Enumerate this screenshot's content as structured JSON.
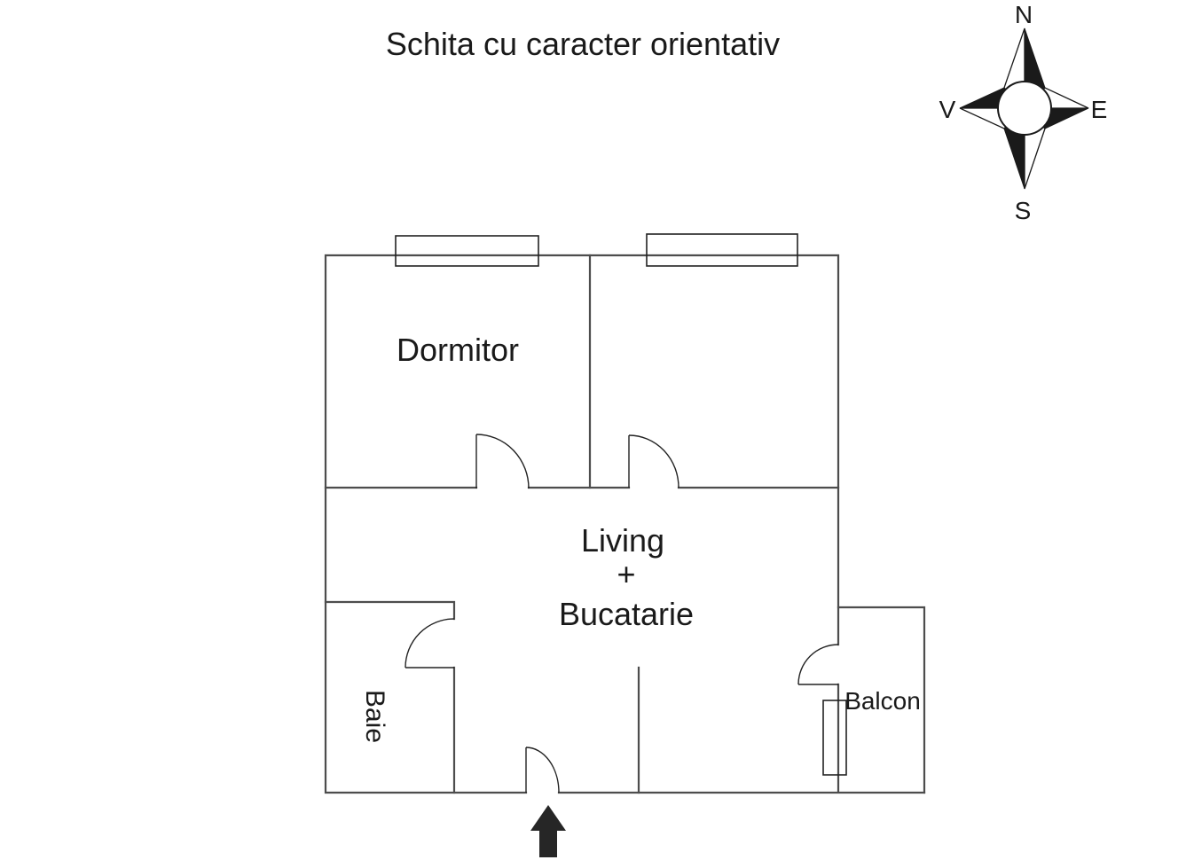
{
  "title": "Schita cu caracter orientativ",
  "compass": {
    "north_label": "N",
    "east_label": "E",
    "south_label": "S",
    "west_label": "V"
  },
  "rooms": {
    "dormitor_label": "Dormitor",
    "living_label_line1": "Living",
    "living_label_line2": "+",
    "living_label_line3": "Bucatarie",
    "baie_label": "Baie",
    "balcon_label": "Balcon"
  },
  "colors": {
    "wall": "#4d4d4d",
    "detail": "#222222",
    "ink": "#1a1a1a",
    "background": "#ffffff"
  }
}
